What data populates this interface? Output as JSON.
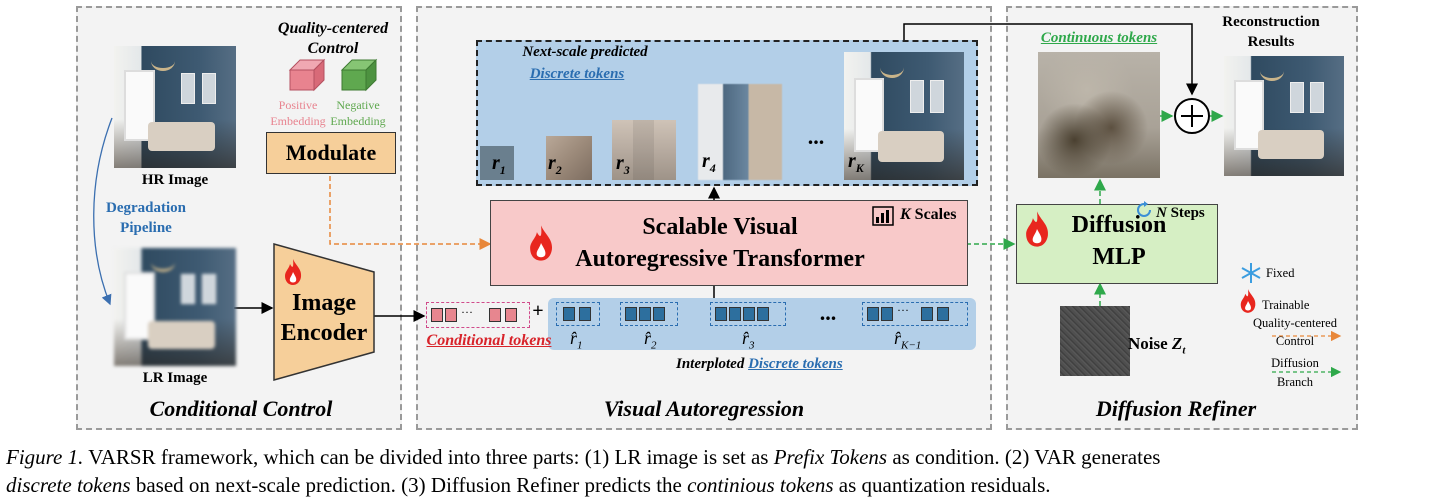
{
  "panels": {
    "conditional_control": "Conditional Control",
    "visual_autoregression": "Visual Autoregression",
    "diffusion_refiner": "Diffusion Refiner"
  },
  "left": {
    "quality_control_line1": "Quality-centered",
    "quality_control_line2": "Control",
    "positive_line1": "Positive",
    "positive_line2": "Embedding",
    "negative_line1": "Negative",
    "negative_line2": "Embedding",
    "modulate": "Modulate",
    "hr_image": "HR Image",
    "lr_image": "LR Image",
    "degradation_line1": "Degradation",
    "degradation_line2": "Pipeline",
    "encoder_line1": "Image",
    "encoder_line2": "Encoder"
  },
  "middle": {
    "next_scale": "Next-scale predicted",
    "discrete_tokens": "Discrete tokens",
    "r_labels": [
      "r",
      "r",
      "r",
      "r",
      "r"
    ],
    "r_subs": [
      "1",
      "2",
      "3",
      "4",
      "K"
    ],
    "dots": "...",
    "transformer_line1": "Scalable Visual",
    "transformer_line2": "Autoregressive Transformer",
    "k_scales_k": "K",
    "k_scales": "Scales",
    "conditional_tokens": "Conditional tokens",
    "plus": "+",
    "hat_labels": [
      "r̂",
      "r̂",
      "r̂",
      "r̂"
    ],
    "hat_subs": [
      "1",
      "2",
      "3",
      "K−1"
    ],
    "interpolated": "Interploted",
    "interpolated_discrete": "Discrete tokens"
  },
  "right": {
    "continuous_tokens": "Continuous tokens",
    "reconstruction_line1": "Reconstruction",
    "reconstruction_line2": "Results",
    "n_steps_n": "N",
    "n_steps": "Steps",
    "diffusion_line1": "Diffusion",
    "diffusion_line2": "MLP",
    "noise": "Noise",
    "noise_z": "Z",
    "noise_sub": "t",
    "legend_fixed": "Fixed",
    "legend_trainable": "Trainable",
    "legend_qc_line1": "Quality-centered",
    "legend_qc_line2": "Control",
    "legend_diff_line1": "Diffusion",
    "legend_diff_line2": "Branch"
  },
  "caption": {
    "label": "Figure 1.",
    "line1_a": "VARSR framework, which can be divided into three parts: (1) LR image is set as ",
    "line1_em": "Prefix Tokens",
    "line1_b": " as condition. (2) VAR generates",
    "line2_em1": "discrete tokens",
    "line2_a": " based on next-scale prediction. (3) Diffusion Refiner predicts the ",
    "line2_em2": "continious tokens",
    "line2_b": " as quantization residuals."
  },
  "colors": {
    "panel_bg": "#f3f3f3",
    "modulate_fill": "#f6cf9a",
    "encoder_fill": "#f6cf9a",
    "transformer_fill": "#f8c9c9",
    "diffusion_fill": "#d6efc4",
    "token_band": "#b3cfe8",
    "orange_arrow": "#e8873a",
    "green_arrow": "#2ea84a",
    "blue_text": "#2a6db0",
    "red_text": "#d8232a",
    "positive_color": "#e8838f",
    "negative_color": "#5fa84f"
  }
}
